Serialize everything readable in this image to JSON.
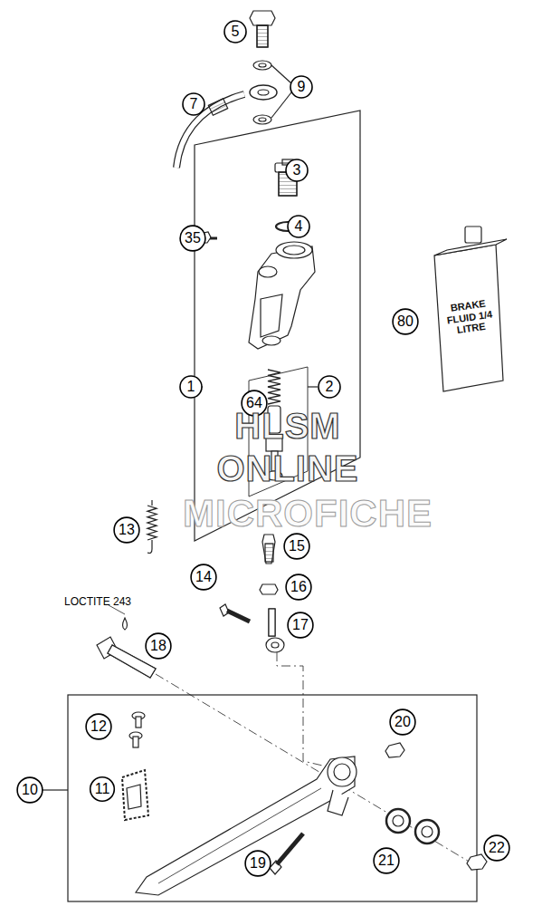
{
  "diagram": {
    "nodes": [],
    "edges": [],
    "labels": [
      "5",
      "9",
      "7",
      "3",
      "4",
      "35",
      "80",
      "BRAKE FLUID 1/4 LITRE",
      "1",
      "2",
      "64",
      "HLSM",
      "ONLINE",
      "MICROFICHE",
      "13",
      "15",
      "16",
      "14",
      "17",
      "LOCTITE 243",
      "18",
      "12",
      "20",
      "10",
      "11",
      "19",
      "21",
      "22"
    ]
  }
}
